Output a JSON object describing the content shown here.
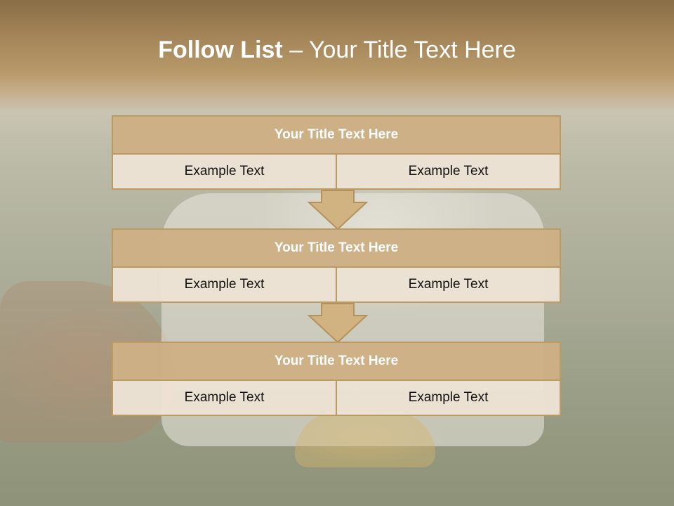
{
  "slide": {
    "title_bold": "Follow List",
    "title_rest": " – Your Title Text Here"
  },
  "steps": [
    {
      "title": "Your Title Text Here",
      "left": "Example Text",
      "right": "Example Text"
    },
    {
      "title": "Your Title Text Here",
      "left": "Example Text",
      "right": "Example Text"
    },
    {
      "title": "Your Title Text Here",
      "left": "Example Text",
      "right": "Example Text"
    }
  ],
  "colors": {
    "header_fill": "#cdb084",
    "cell_fill": "#ece2d4",
    "border": "#bd9a63",
    "arrow_fill": "#d0b381"
  }
}
